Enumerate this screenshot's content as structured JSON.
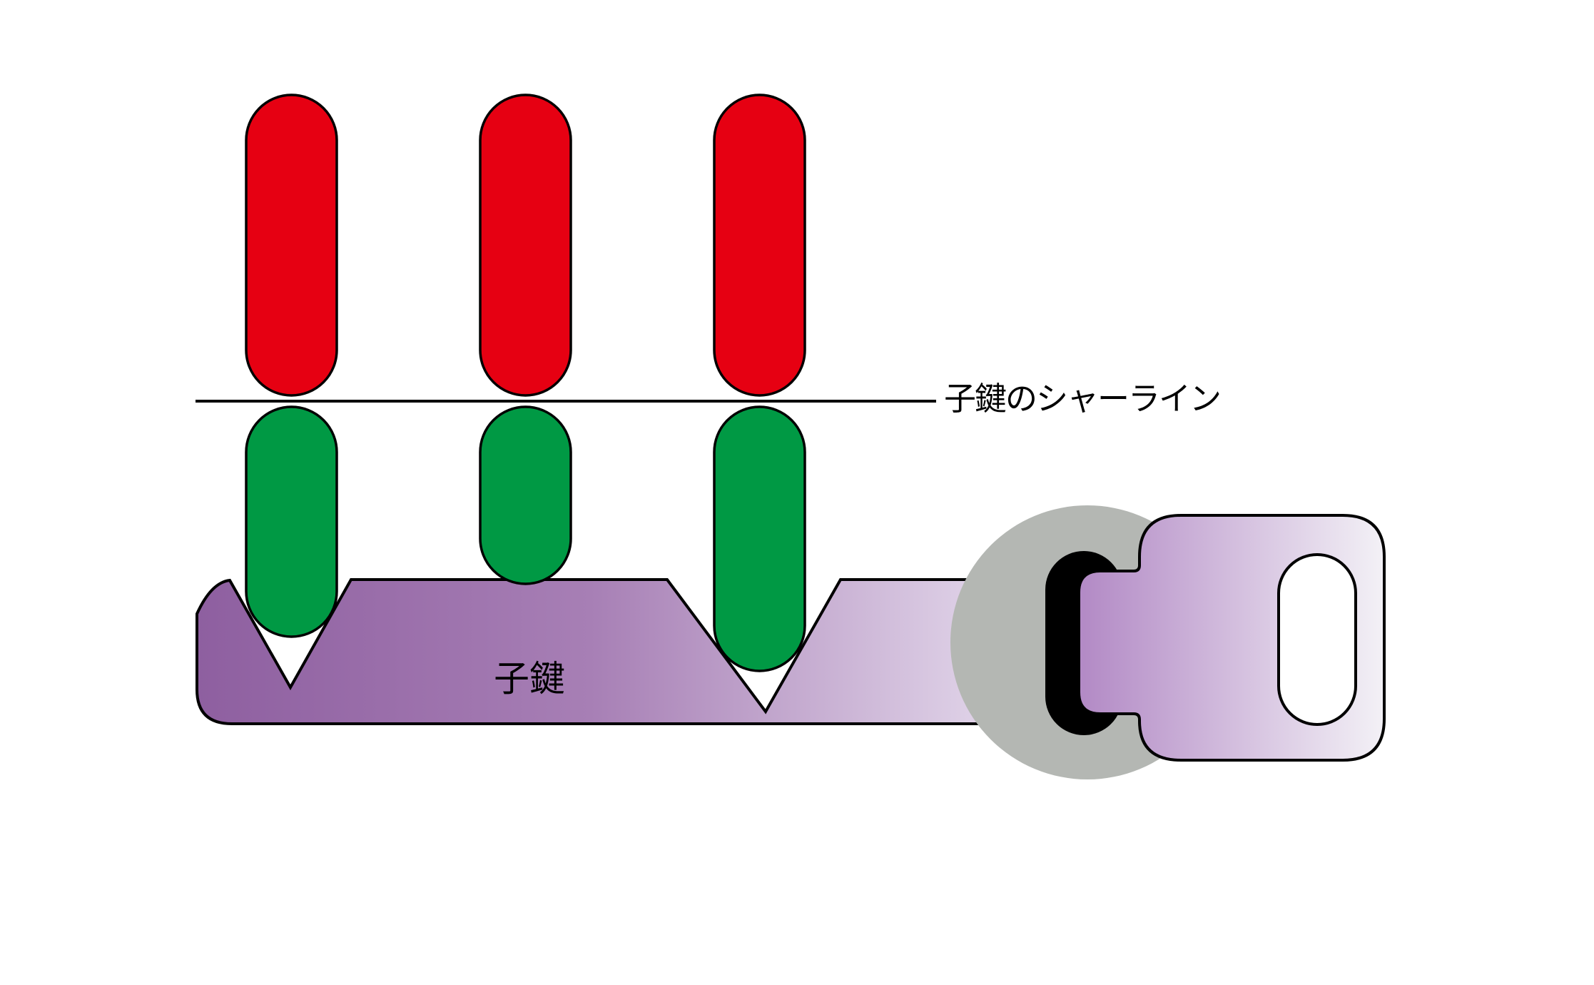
{
  "labels": {
    "shear_line": "子鍵のシャーライン",
    "key": "子鍵"
  },
  "colors": {
    "background": "#ffffff",
    "outline": "#000000",
    "driver_pin_fill": "#e60012",
    "key_pin_fill": "#009944",
    "blade_gradient_start": "#8e5fa0",
    "blade_gradient_mid": "#a77fb5",
    "blade_gradient_end": "#ece5f3",
    "head_gradient_start": "#b289c5",
    "head_gradient_end": "#f3f1f6",
    "plug_face_fill": "#b4b7b3",
    "keyway_fill": "#000000",
    "bow_hole_fill": "#ffffff",
    "text": "#000000"
  },
  "structure": {
    "driver_pin_count": 3,
    "key_pin_count": 3,
    "notch_count": 2
  }
}
